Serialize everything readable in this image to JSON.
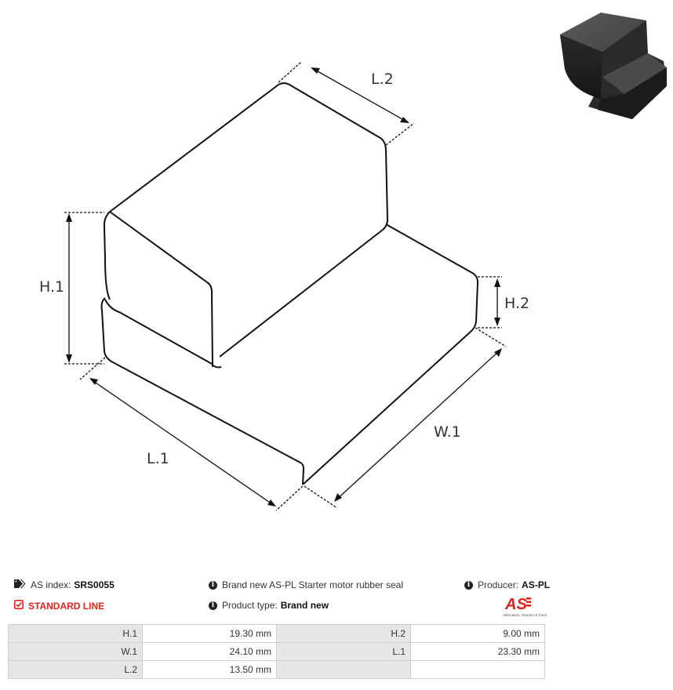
{
  "dimension_labels": {
    "l2": "L.2",
    "h1": "H.1",
    "h2": "H.2",
    "l1": "L.1",
    "w1": "W.1"
  },
  "info": {
    "as_index_label": "AS index:",
    "as_index_value": "SRS0055",
    "standard_line": "STANDARD LINE",
    "description": "Brand new AS-PL Starter motor rubber seal",
    "product_type_label": "Product type:",
    "product_type_value": "Brand new",
    "producer_label": "Producer:",
    "producer_value": "AS-PL"
  },
  "logo": {
    "mark": "AS",
    "tagline": "Alternators, Starters & Parts",
    "color": "#e2231a"
  },
  "specs": [
    [
      {
        "k": "H.1",
        "v": "19.30 mm"
      },
      {
        "k": "H.2",
        "v": "9.00 mm"
      }
    ],
    [
      {
        "k": "W.1",
        "v": "24.10 mm"
      },
      {
        "k": "L.1",
        "v": "23.30 mm"
      }
    ],
    [
      {
        "k": "L.2",
        "v": "13.50 mm"
      },
      {
        "k": "",
        "v": ""
      }
    ]
  ]
}
